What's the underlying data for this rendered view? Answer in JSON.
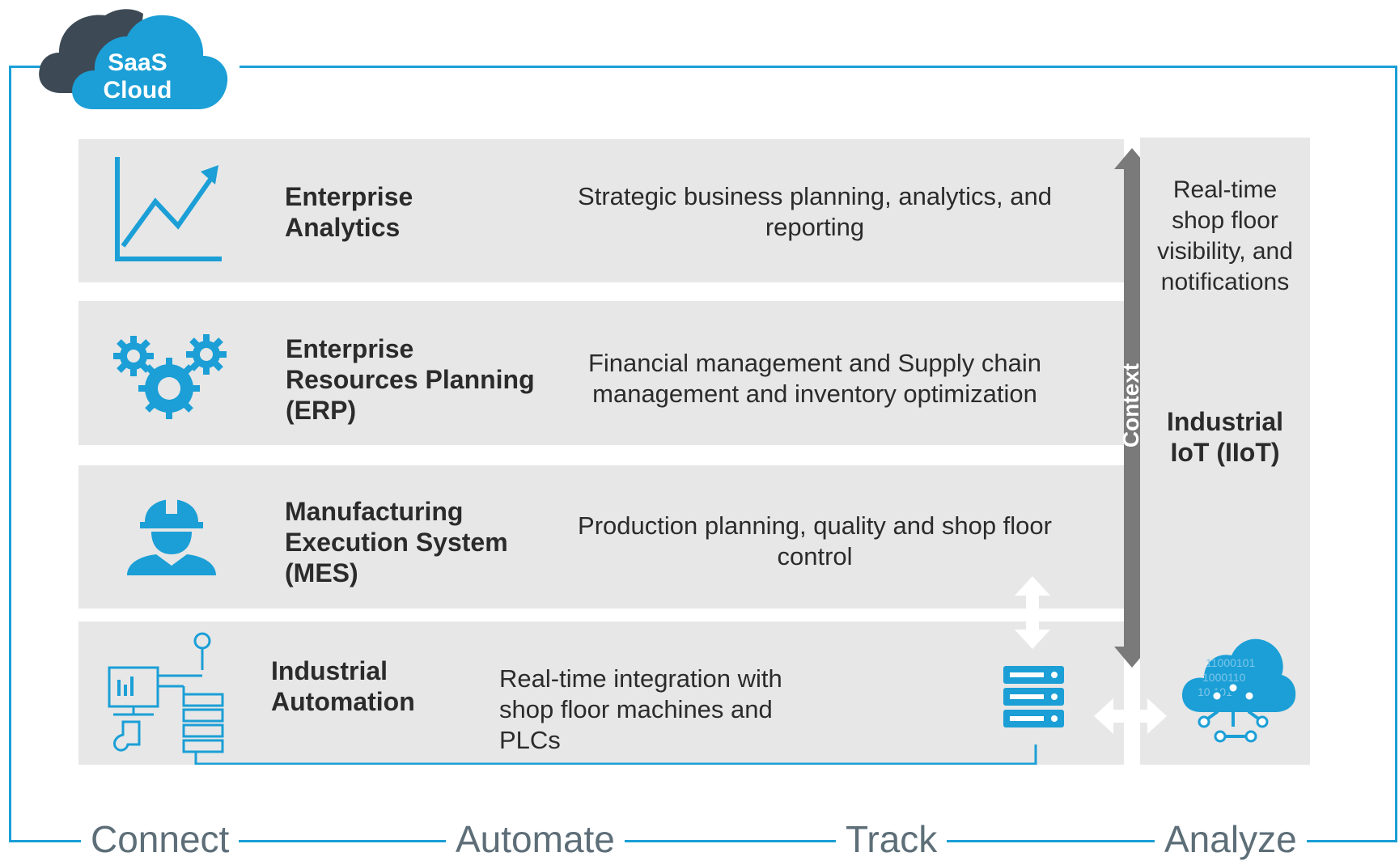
{
  "cloud": {
    "label_line1": "SaaS",
    "label_line2": "Cloud"
  },
  "rows": [
    {
      "title": "Enterprise\nAnalytics",
      "description": "Strategic business planning, analytics, and\nreporting",
      "icon": "line-chart-icon"
    },
    {
      "title": "Enterprise\nResources Planning\n(ERP)",
      "description": "Financial management and Supply chain\nmanagement and inventory optimization",
      "icon": "gears-icon"
    },
    {
      "title": "Manufacturing\nExecution System\n(MES)",
      "description": "Production planning, quality and shop floor\ncontrol",
      "icon": "worker-icon"
    },
    {
      "title": "Industrial\nAutomation",
      "description": "Real-time integration with\nshop floor machines and PLCs",
      "icon": "automation-icon"
    }
  ],
  "context_label": "Context",
  "iiot_panel": {
    "subtitle": "Real-time\nshop floor\nvisibility, and\nnotifications",
    "title": "Industrial\nIoT (IIoT)",
    "icon": "iot-cloud-icon"
  },
  "stages": [
    "Connect",
    "Automate",
    "Track",
    "Analyze"
  ],
  "colors": {
    "accent": "#1b9fd6",
    "row_bg": "#e7e7e7",
    "arrow_gray": "#7a7a7a",
    "stage_text": "#5d6e78"
  }
}
